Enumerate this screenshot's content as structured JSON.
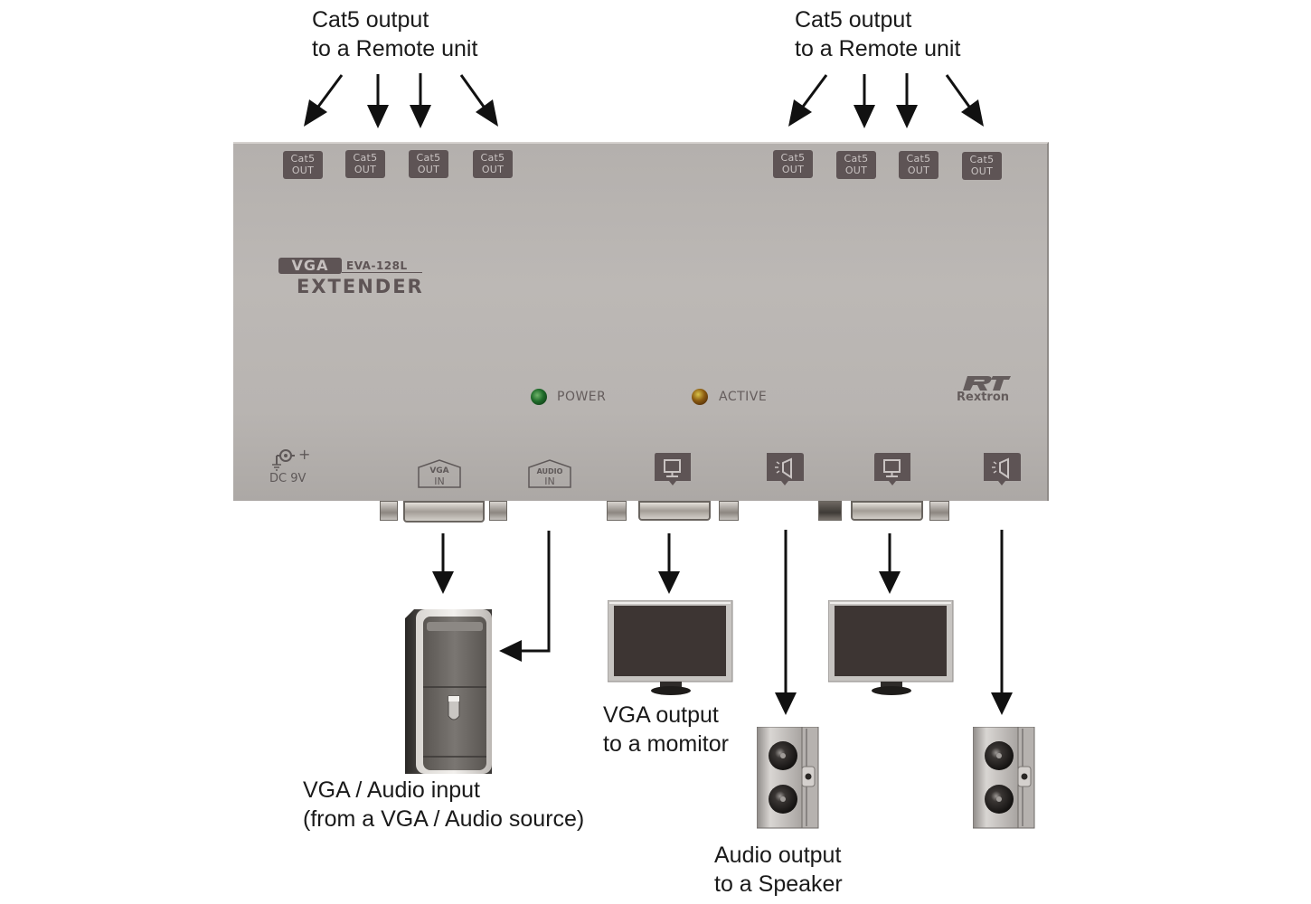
{
  "diagram": {
    "title": "VGA EVA-128L Extender connection diagram",
    "device": {
      "logo_badge": "VGA",
      "model": "EVA-128L",
      "product_name": "EXTENDER",
      "brand": "Rextron",
      "cat5_ports_left": [
        {
          "line1": "Cat5",
          "line2": "OUT"
        },
        {
          "line1": "Cat5",
          "line2": "OUT"
        },
        {
          "line1": "Cat5",
          "line2": "OUT"
        },
        {
          "line1": "Cat5",
          "line2": "OUT"
        }
      ],
      "cat5_ports_right": [
        {
          "line1": "Cat5",
          "line2": "OUT"
        },
        {
          "line1": "Cat5",
          "line2": "OUT"
        },
        {
          "line1": "Cat5",
          "line2": "OUT"
        },
        {
          "line1": "Cat5",
          "line2": "OUT"
        }
      ],
      "leds": [
        {
          "label": "POWER",
          "color": "#1f6b2a"
        },
        {
          "label": "ACTIVE",
          "color": "#8a5a10"
        }
      ],
      "power_input": {
        "symbol": "+",
        "label": "DC 9V"
      },
      "rear_ports": [
        {
          "line1": "VGA",
          "line2": "IN",
          "icon": "house-label-icon"
        },
        {
          "line1": "AUDIO",
          "line2": "IN",
          "icon": "house-label-icon"
        },
        {
          "icon": "monitor-icon"
        },
        {
          "icon": "speaker-icon"
        },
        {
          "icon": "monitor-icon"
        },
        {
          "icon": "speaker-icon"
        }
      ]
    },
    "captions": {
      "cat5_left": {
        "line1": "Cat5 output",
        "line2": "to a Remote unit"
      },
      "cat5_right": {
        "line1": "Cat5 output",
        "line2": "to a Remote unit"
      },
      "input": {
        "line1": "VGA / Audio input",
        "line2": "(from a VGA / Audio source)"
      },
      "vga_out": {
        "line1": "VGA output",
        "line2": "to a momitor"
      },
      "audio_out": {
        "line1": "Audio output",
        "line2": "to a Speaker"
      }
    },
    "colors": {
      "device_body": "#b8b4b1",
      "label_badge": "#5e5455",
      "arrow": "#111111",
      "monitor_screen": "#3d3533"
    }
  }
}
